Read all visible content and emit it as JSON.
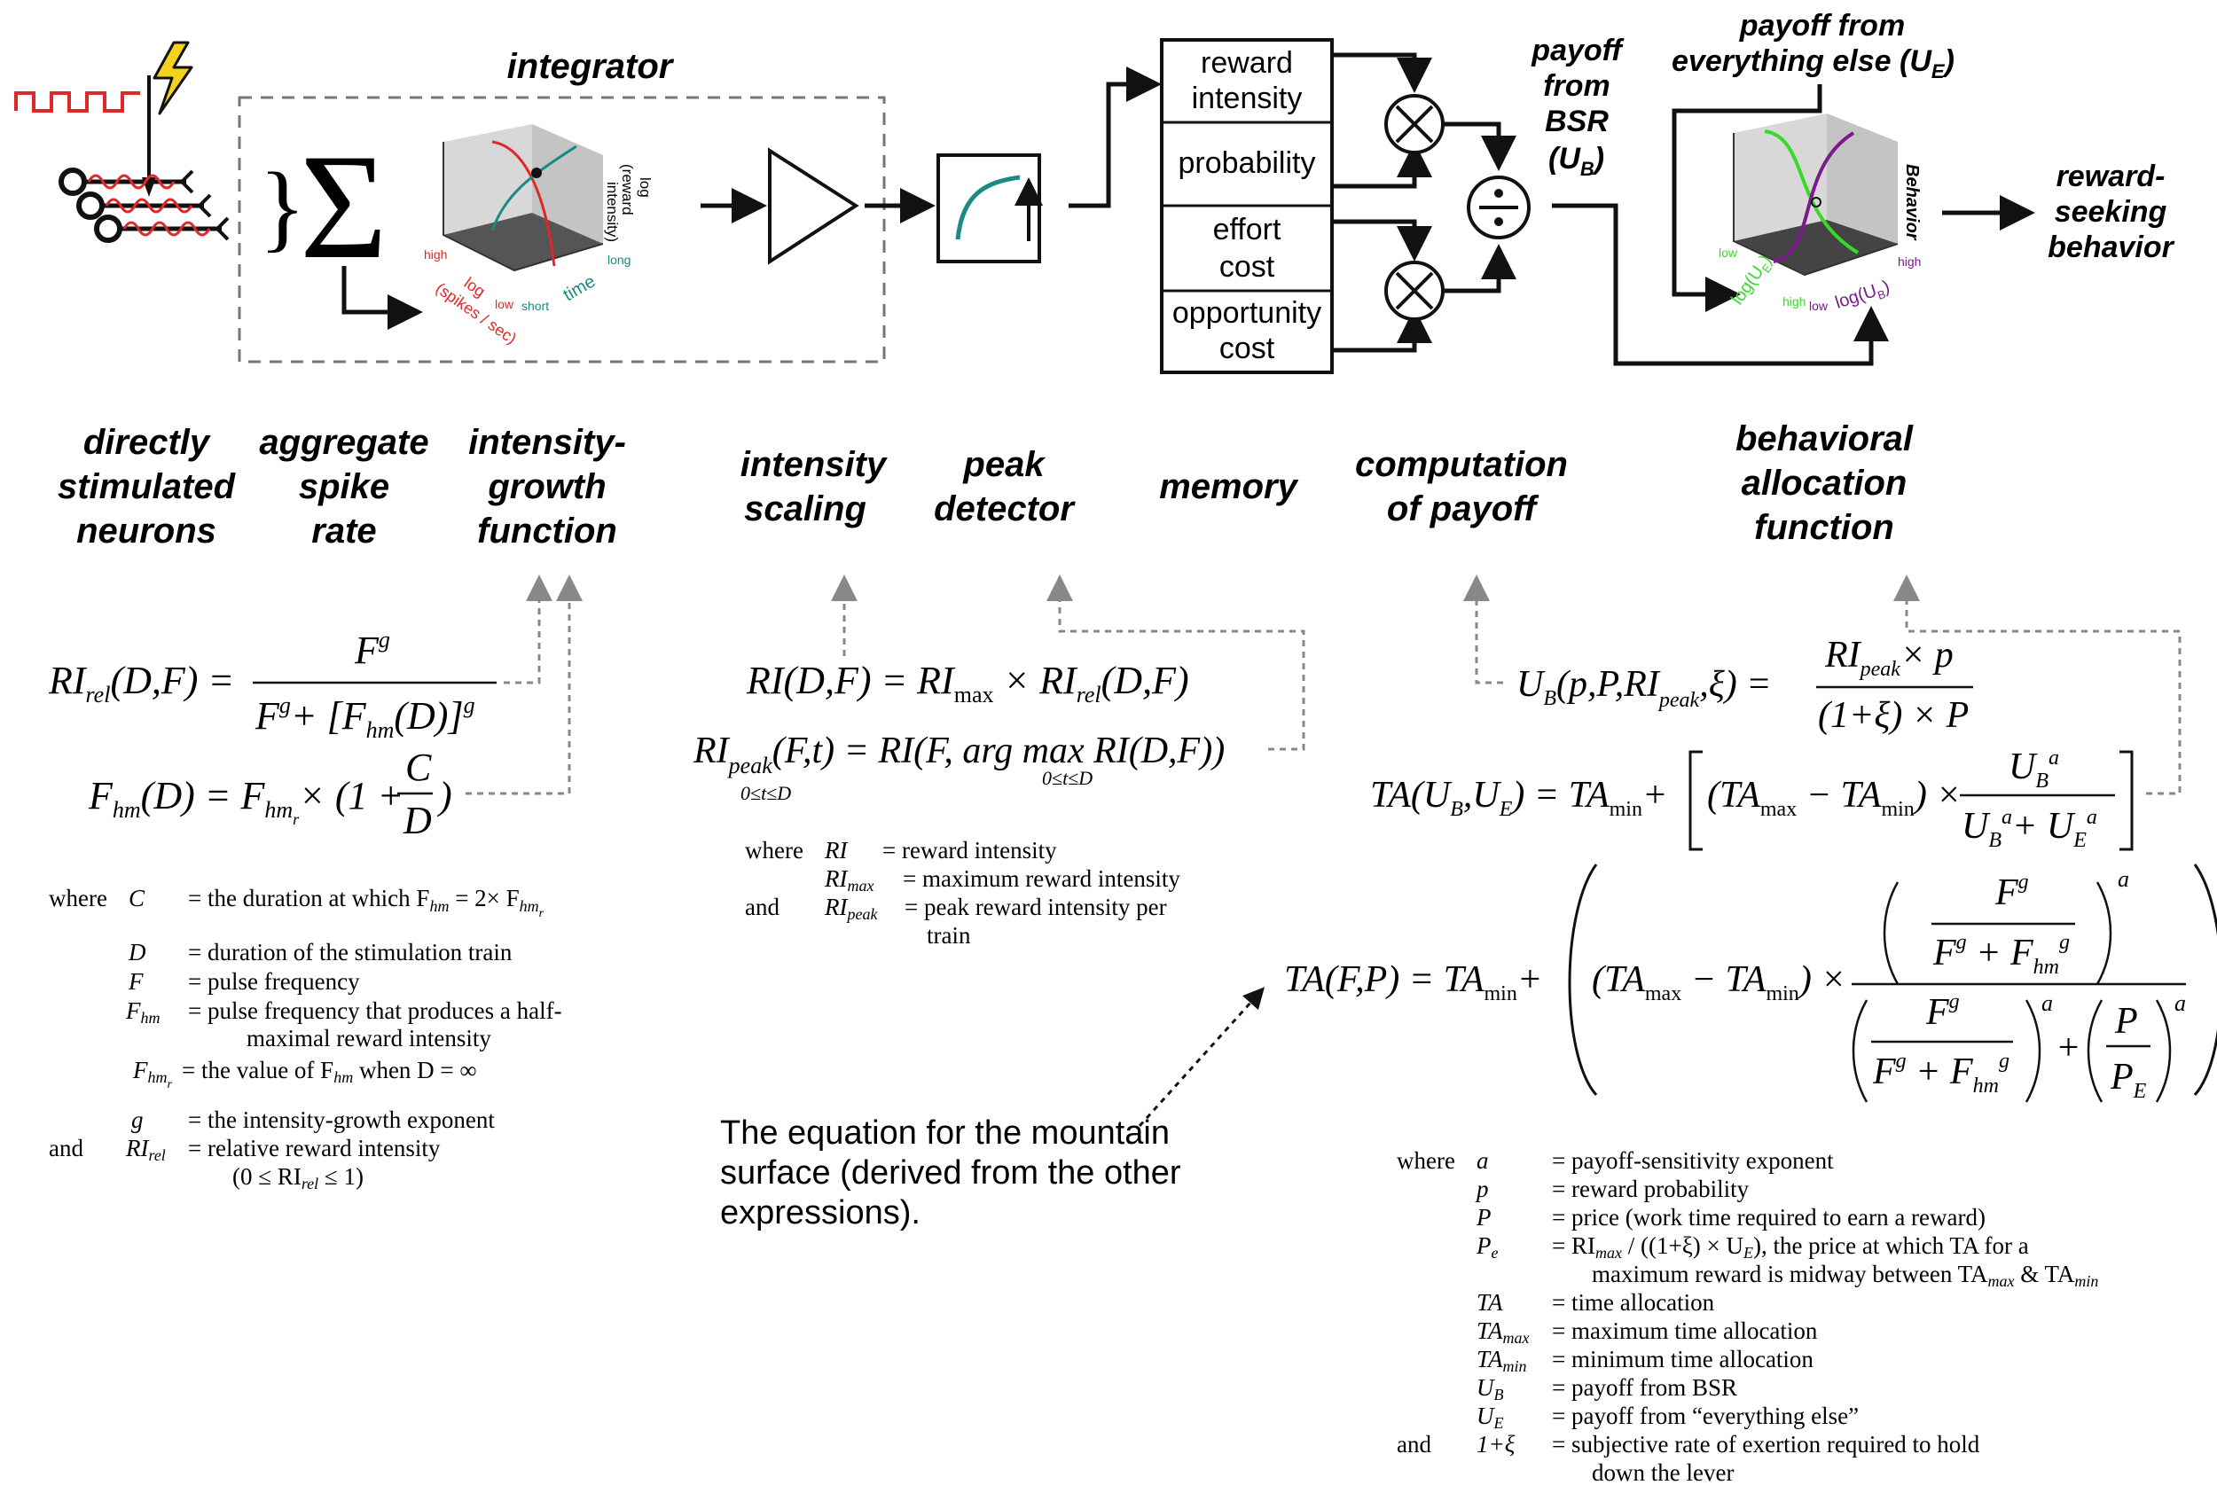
{
  "stages": {
    "neurons": [
      "directly",
      "stimulated",
      "neurons"
    ],
    "spike_rate": [
      "aggregate",
      "spike",
      "rate"
    ],
    "growth": [
      "intensity-",
      "growth",
      "function"
    ],
    "scaling": [
      "intensity",
      "scaling"
    ],
    "peak": [
      "peak",
      "detector"
    ],
    "memory": [
      "memory"
    ],
    "payoff_comp": [
      "computation",
      "of payoff"
    ],
    "allocation": [
      "behavioral",
      "allocation",
      "function"
    ]
  },
  "integrator_label": "integrator",
  "surface1": {
    "z_axis": [
      "log",
      "(reward",
      "intensity)"
    ],
    "x_axis": [
      "log",
      "(spikes / sec)"
    ],
    "x_high": "high",
    "x_low": "low",
    "t_axis": "time",
    "t_short": "short",
    "t_long": "long"
  },
  "memory_box": [
    "reward",
    "intensity",
    "probability",
    "effort",
    "cost",
    "opportunity",
    "cost"
  ],
  "payoff_bsr": [
    "payoff",
    "from",
    "BSR",
    "(U",
    "B",
    ")"
  ],
  "payoff_else": [
    "payoff from",
    "everything else (U",
    "E",
    ")"
  ],
  "surface2": {
    "z_axis": "Behavior",
    "ue_axis": "log(U",
    "ue_sub": "E",
    "ub_axis": "log(U",
    "ub_sub": "B",
    "low1": "low",
    "high1": "high",
    "low2": "low",
    "high2": "high"
  },
  "output_label": [
    "reward-",
    "seeking",
    "behavior"
  ],
  "eq_left": {
    "rirel_lhs": "RI",
    "rirel_sub": "rel",
    "rirel_args": "(D,F) =",
    "num": "F",
    "num_sup": "g",
    "den": "F",
    "den_sup": "g",
    "den_plus": "+ [F",
    "den_hm": "hm",
    "den_d": "(D)]",
    "den_sup2": "g",
    "fhm_lhs": "F",
    "fhm_sub": "hm",
    "fhm_args": "(D) = F",
    "fhm_r": "hm",
    "fhm_r_sub": "r",
    "fhm_times": "× (1 +",
    "fhm_c": "C",
    "fhm_d": "D",
    "fhm_close": ")"
  },
  "defs_left": [
    [
      "where",
      "C",
      "= the duration at which F",
      "hm",
      " = 2× F",
      "hm",
      "r"
    ],
    [
      "",
      "D",
      "= duration of the stimulation train"
    ],
    [
      "",
      "F",
      "= pulse frequency"
    ],
    [
      "",
      "F",
      "hm",
      "= pulse frequency that produces a half-",
      "maximal reward intensity"
    ],
    [
      "",
      "F",
      "hm",
      "r",
      "= the value of F",
      "hm",
      " when D = ∞"
    ],
    [
      "",
      "g",
      "= the intensity-growth exponent"
    ],
    [
      "and",
      "RI",
      "rel",
      "= relative reward intensity",
      "(0 ≤ RI",
      "rel",
      " ≤ 1)"
    ]
  ],
  "eq_mid": {
    "ri": "RI(D,F) = RI",
    "ri_max": "max",
    "ri_times": " × RI",
    "ri_rel": "rel",
    "ri_end": "(D,F)",
    "rp": "RI",
    "rp_sub": "peak",
    "rp_args": "(F,t) = RI(F, arg max RI(D,F))",
    "rp_lim": "0≤t≤D",
    "rp_lim2": "0≤t≤D"
  },
  "defs_mid": [
    [
      "where",
      "RI",
      "",
      "= reward intensity"
    ],
    [
      "",
      "RI",
      "max",
      "= maximum reward intensity"
    ],
    [
      "and",
      "RI",
      "peak",
      "= peak reward intensity per",
      "train"
    ]
  ],
  "eq_right": {
    "ub": "U",
    "ub_sub": "B",
    "ub_args": "(p,P,RI",
    "ub_peak": "peak",
    "ub_xi": ",ξ) =",
    "ub_num": "RI",
    "ub_num_sub": "peak",
    "ub_num_end": "× p",
    "ub_den": "(1+ξ) × P",
    "ta": "TA(U",
    "ta_b": "B",
    "ta_mid": ",U",
    "ta_e": "E",
    "ta_eq": ") = TA",
    "ta_min": "min",
    "ta_plus": "+",
    "ta_br": "(TA",
    "ta_max": "max",
    "ta_minus": " − TA",
    "ta_min2": "min",
    "ta_times": ") ×",
    "ta_num": "U",
    "ta_num_sub": "B",
    "ta_num_sup": "a",
    "ta_den": "U",
    "ta_den_sub": "B",
    "ta_den_sup": "a",
    "ta_den_plus": "+ U",
    "ta_den_sub2": "E",
    "ta_den_sup2": "a"
  },
  "eq_big": {
    "lhs": "TA(F,P) = TA",
    "lhs_min": "min",
    "plus": "+",
    "mid": "(TA",
    "mid_max": "max",
    "mid_minus": " − TA",
    "mid_min": "min",
    "mid_times": ") ×",
    "f": "F",
    "g": "g",
    "fhm": "F",
    "hm": "hm",
    "a": "a",
    "p": "P",
    "pe": "P",
    "pe_sub": "E"
  },
  "mountain_note": [
    "The equation for the mountain",
    "surface (derived from the other",
    "expressions)."
  ],
  "defs_right": [
    [
      "where",
      "a",
      "= payoff-sensitivity exponent"
    ],
    [
      "",
      "p",
      "= reward probability"
    ],
    [
      "",
      "P",
      "= price (work time required to earn a reward)"
    ],
    [
      "",
      "P",
      "e",
      "= RI",
      "max",
      " / ((1+ξ) × U",
      "E",
      "), the price at which TA for a",
      "maximum reward is midway between TA",
      "max",
      " & TA",
      "min"
    ],
    [
      "",
      "TA",
      "",
      "= time allocation"
    ],
    [
      "",
      "TA",
      "max",
      "= maximum time allocation"
    ],
    [
      "",
      "TA",
      "min",
      "= minimum time allocation"
    ],
    [
      "",
      "U",
      "B",
      "= payoff from BSR"
    ],
    [
      "",
      "U",
      "E",
      "= payoff from “everything else”"
    ],
    [
      "and",
      "1+ξ",
      "",
      "= subjective rate of exertion required to hold",
      "down the lever"
    ]
  ],
  "colors": {
    "red": "#e0282a",
    "teal": "#1a8a86",
    "green": "#39d92b",
    "purple": "#7a1a8c",
    "gray": "#888888"
  }
}
